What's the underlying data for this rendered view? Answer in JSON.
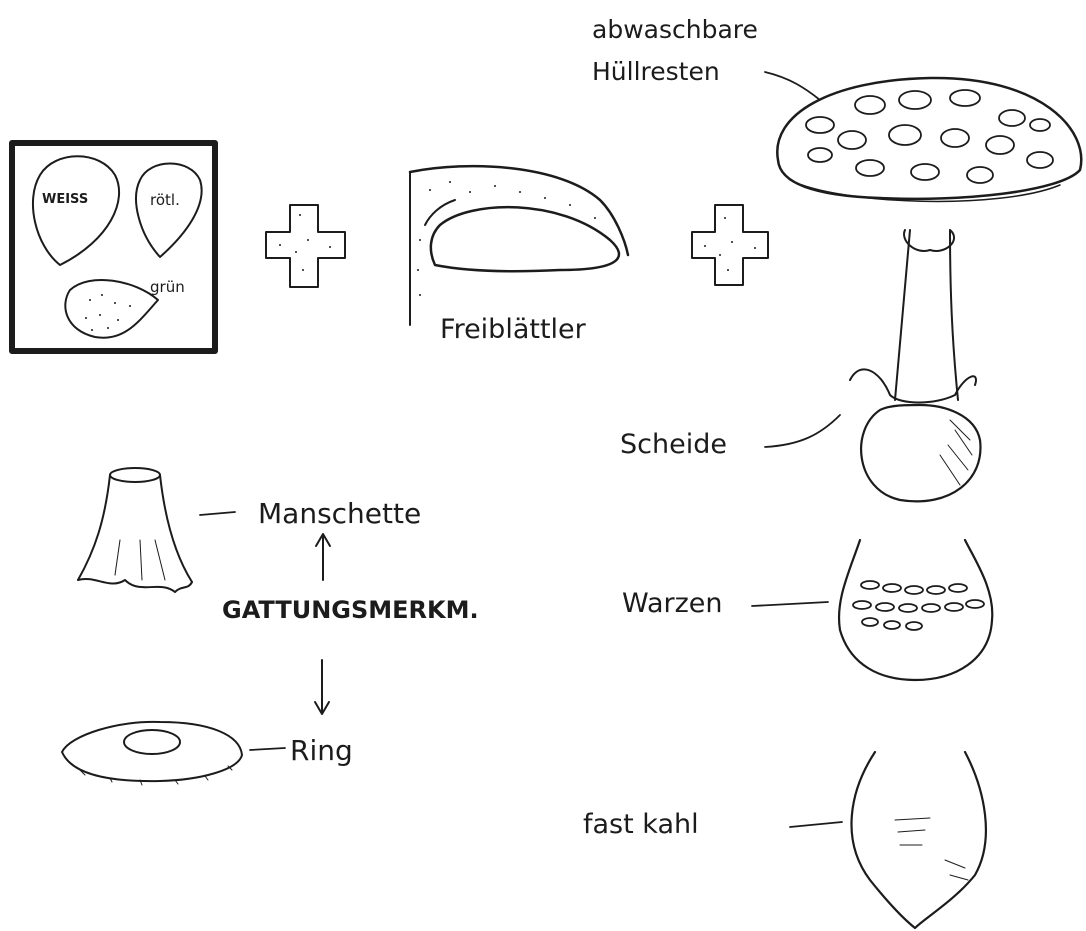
{
  "spore_box": {
    "label_white": "WEISS",
    "label_reddish": "rötl.",
    "label_green": "grün"
  },
  "gill_label": "Freiblättler",
  "cap_label": "abwaschbare Hüllresten",
  "cap_label_line1": "abwaschbare",
  "cap_label_line2": "Hüllresten",
  "volva_label": "Scheide",
  "warts_label": "Warzen",
  "bald_label": "fast kahl",
  "cuff_label": "Manschette",
  "ring_label": "Ring",
  "genus_label": "GATTUNGSMERKM.",
  "colors": {
    "ink": "#1c1c1c",
    "paper": "#ffffff"
  }
}
